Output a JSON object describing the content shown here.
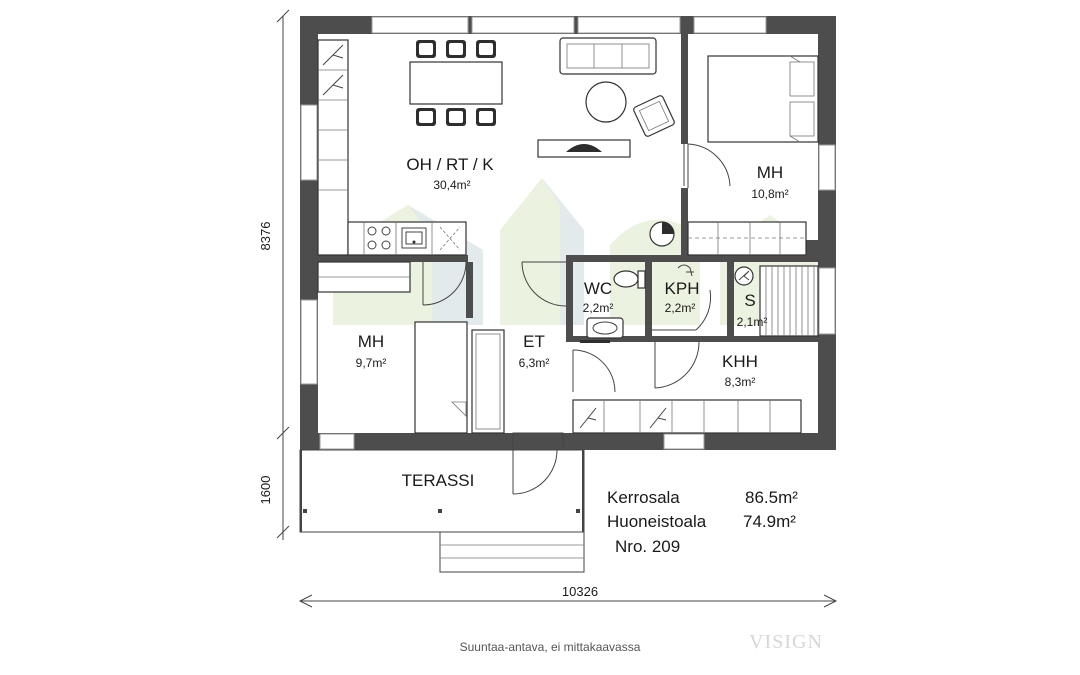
{
  "rooms": [
    {
      "name": "OH / RT / K",
      "area": "30,4m²"
    },
    {
      "name": "MH",
      "area": "10,8m²"
    },
    {
      "name": "WC",
      "area": "2,2m²"
    },
    {
      "name": "KPH",
      "area": "2,2m²"
    },
    {
      "name": "S",
      "area": "2,1m²"
    },
    {
      "name": "MH",
      "area": "9,7m²"
    },
    {
      "name": "ET",
      "area": "6,3m²"
    },
    {
      "name": "KHH",
      "area": "8,3m²"
    }
  ],
  "terrace": "TERASSI",
  "dimensions": {
    "height_main": "8376",
    "height_terrace": "1600",
    "width": "10326"
  },
  "summary": {
    "kerrosala_label": "Kerrosala",
    "kerrosala_value": "86.5m²",
    "huoneistoala_label": "Huoneistoala",
    "huoneistoala_value": "74.9m²",
    "number": "Nro. 209"
  },
  "footer_note": "Suuntaa-antava, ei mittakaavassa",
  "brand": "VISIGN",
  "colors": {
    "wall": "#4d4d4d",
    "watermark_green": "#dbe8c6",
    "watermark_blue": "#cdd9dc"
  }
}
